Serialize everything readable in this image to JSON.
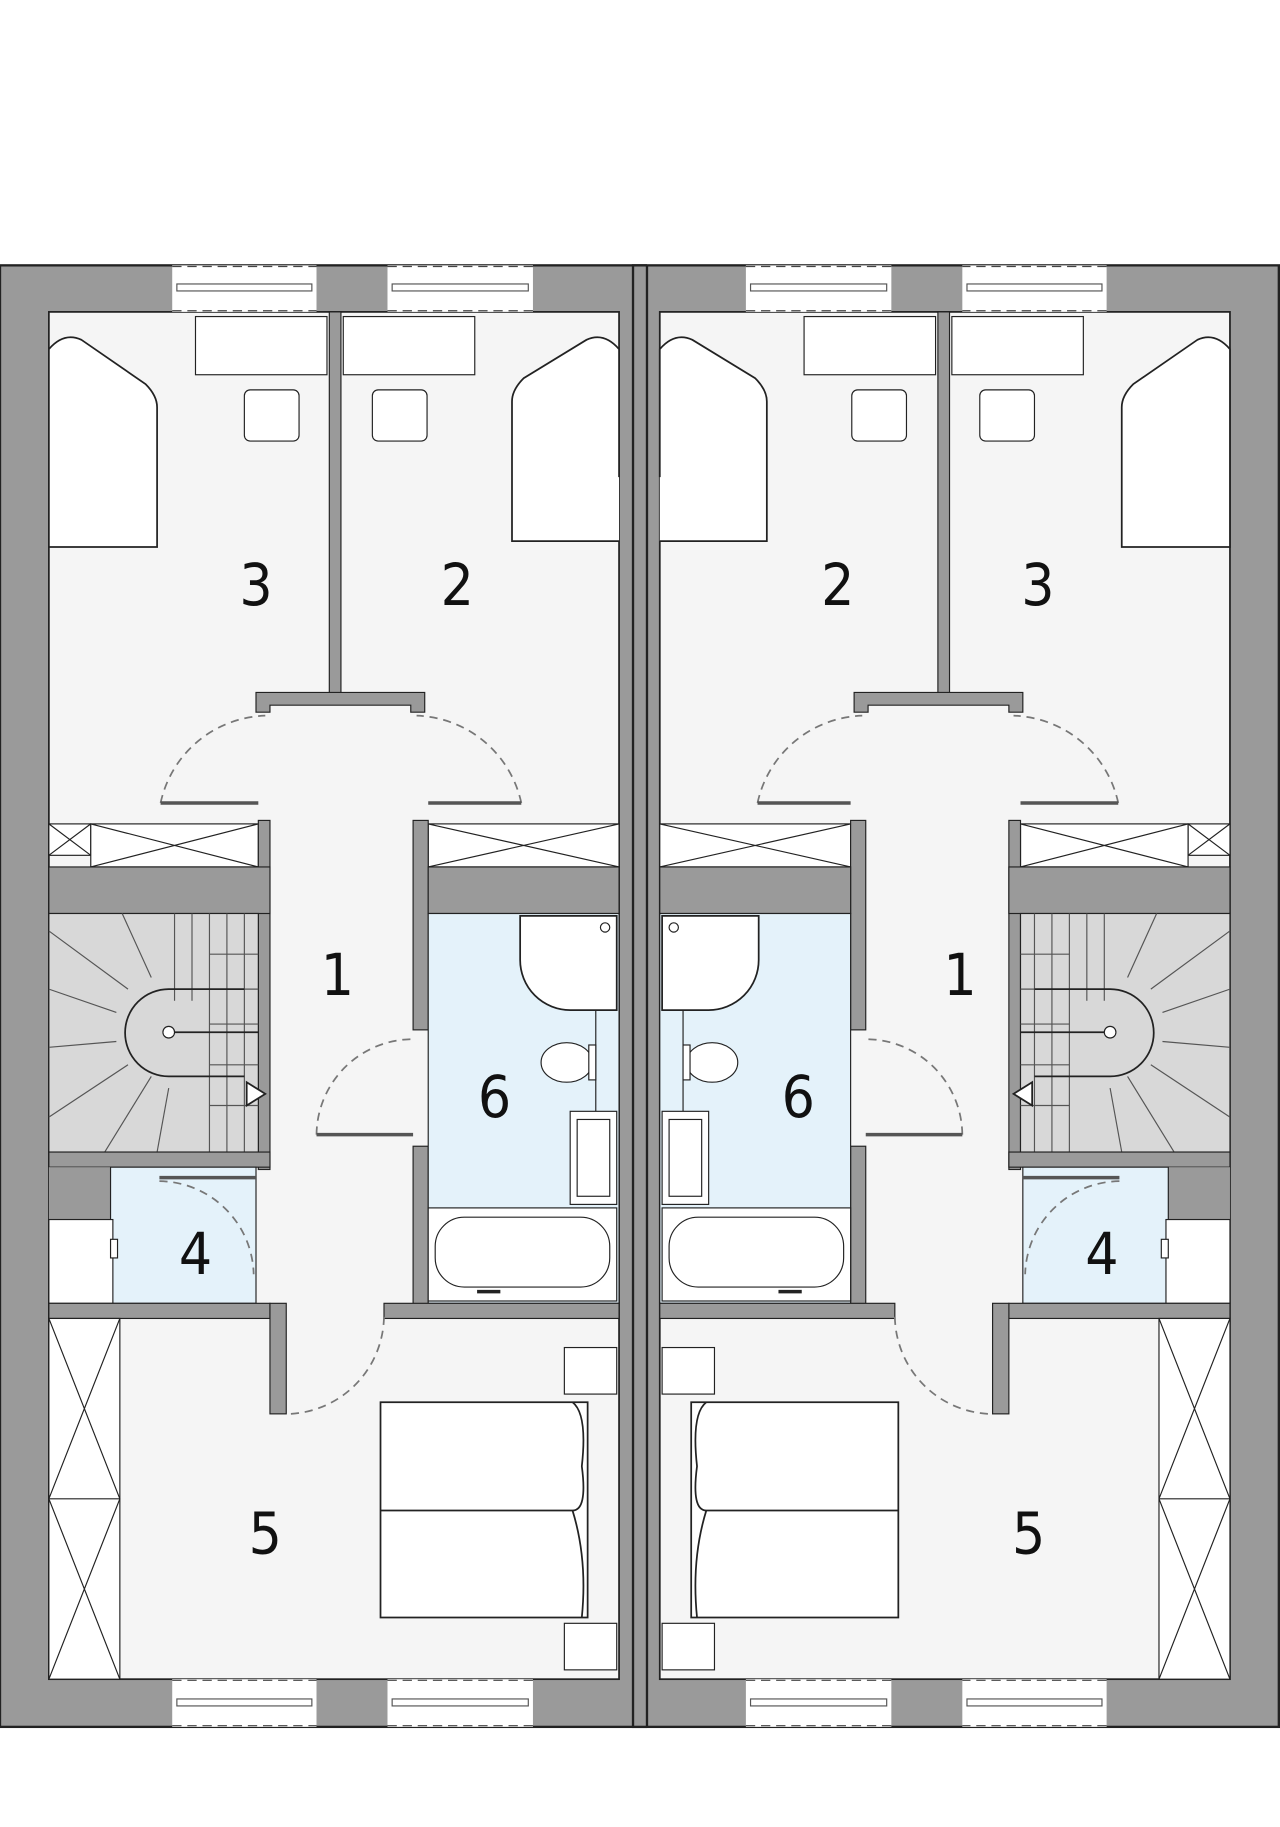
{
  "plan": {
    "colors": {
      "wall": "#9a9a9a",
      "floor": "#f5f5f5",
      "wet": "#e4f2fa",
      "stairs": "#d8d8d8"
    },
    "units": [
      {
        "name": "left",
        "rooms": {
          "hall": "1",
          "bedroom_a": "2",
          "bedroom_b": "3",
          "storage": "4",
          "master": "5",
          "bath": "6"
        }
      },
      {
        "name": "right",
        "rooms": {
          "hall": "1",
          "bedroom_a": "2",
          "bedroom_b": "3",
          "storage": "4",
          "master": "5",
          "bath": "6"
        }
      }
    ]
  }
}
